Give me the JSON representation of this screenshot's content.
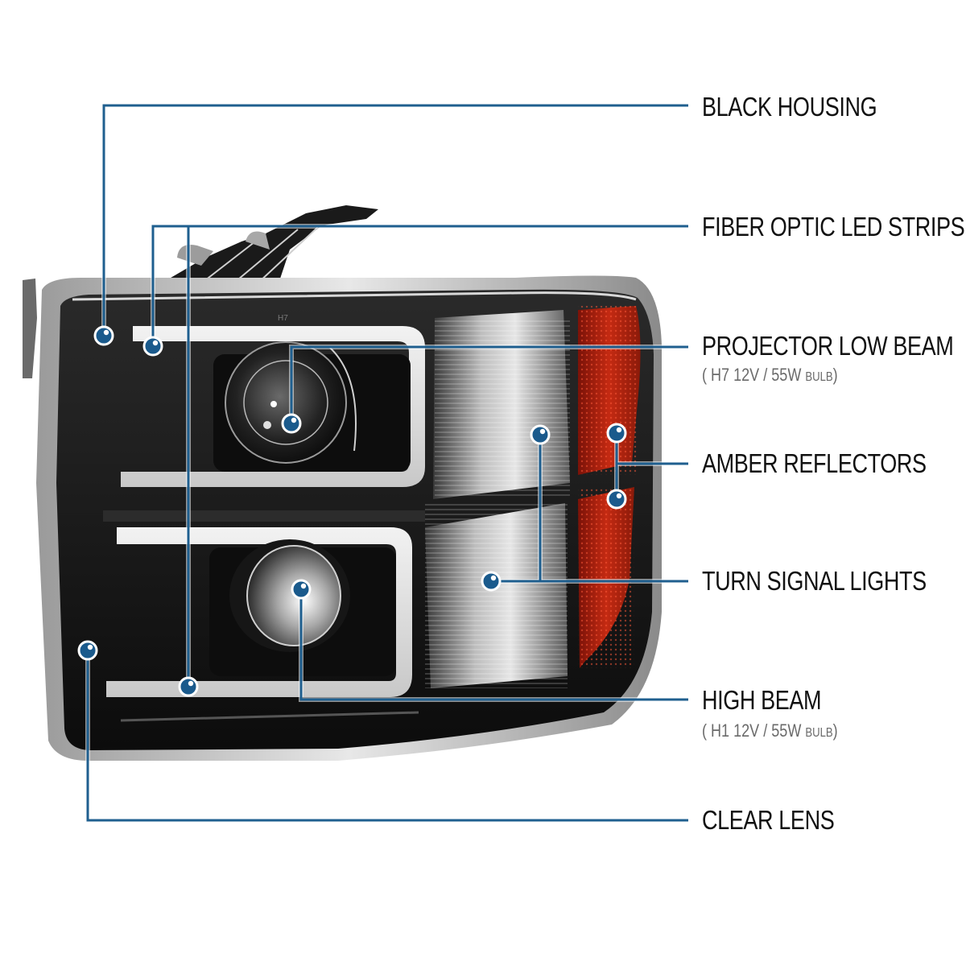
{
  "diagram": {
    "subject": "Black housing projector headlight with fiber optic LED strips",
    "colors": {
      "leader_line": "#1f5f8f",
      "dot_fill": "#1a5a8c",
      "dot_ring": "#ffffff",
      "label_text": "#111111",
      "sublabel_text": "#6a6a6a",
      "background": "#ffffff"
    },
    "callouts": [
      {
        "id": "black-housing",
        "label": "BLACK HOUSING",
        "sublabel": null
      },
      {
        "id": "fiber-optic-led-strips",
        "label": "FIBER OPTIC LED STRIPS",
        "sublabel": null
      },
      {
        "id": "projector-low-beam",
        "label": "PROJECTOR LOW BEAM",
        "sublabel": {
          "open": "(",
          "bulb": "H7",
          "spec": "12V / 55W",
          "unit": "BULB",
          "close": ")"
        }
      },
      {
        "id": "amber-reflectors",
        "label": "AMBER REFLECTORS",
        "sublabel": null
      },
      {
        "id": "turn-signal-lights",
        "label": "TURN SIGNAL LIGHTS",
        "sublabel": null
      },
      {
        "id": "high-beam",
        "label": "HIGH BEAM",
        "sublabel": {
          "open": "(",
          "bulb": "H1",
          "spec": "12V / 55W",
          "unit": "BULB",
          "close": ")"
        }
      },
      {
        "id": "clear-lens",
        "label": "CLEAR LENS",
        "sublabel": null
      }
    ],
    "lens_marking": "H7"
  }
}
